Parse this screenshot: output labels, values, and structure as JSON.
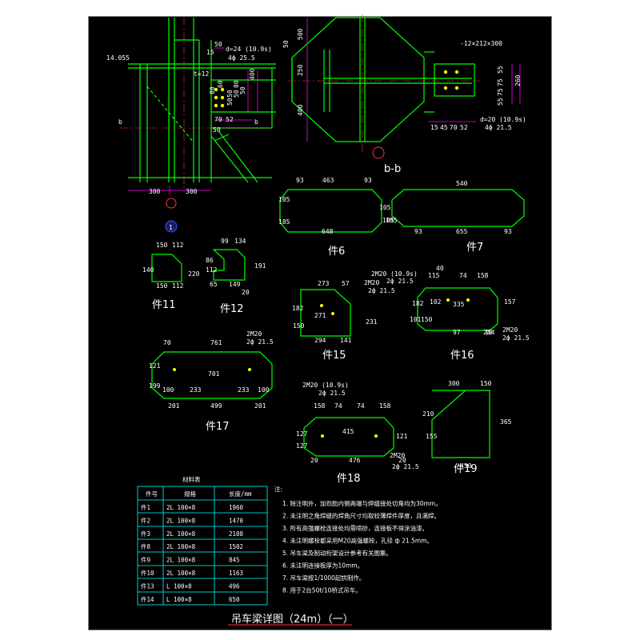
{
  "drawing": {
    "title": "吊车梁详图（24m）（一）",
    "section_label": "b-b",
    "detail_number": "1",
    "elevation": "14.055",
    "section_marks": [
      "b",
      "b"
    ],
    "colors": {
      "background": "#000000",
      "structure": "#00ff00",
      "dimension": "#ff00ff",
      "text": "#ffffff",
      "holes": "#ffff00",
      "marker": "#3355ff"
    }
  },
  "view1": {
    "dims": [
      "300",
      "300",
      "50",
      "15",
      "70",
      "52",
      "50",
      "t=12",
      "80",
      "60",
      "50",
      "50",
      "80",
      "50",
      "50",
      "400"
    ],
    "bolt_note": [
      "d=24 (10.9s)",
      "4ф  25.5"
    ]
  },
  "view_bb": {
    "dims": [
      "50",
      "250",
      "500",
      "400",
      "15",
      "45",
      "70",
      "52",
      "55",
      "75",
      "75",
      "55",
      "260"
    ],
    "plate": "-12×212×300",
    "bolt_note": [
      "d=20 (10.9s)",
      "4ф  21.5"
    ]
  },
  "parts": {
    "p6": {
      "label": "件6",
      "dims": [
        "93",
        "463",
        "93",
        "105",
        "185",
        "648"
      ]
    },
    "p7": {
      "label": "件7",
      "dims": [
        "540",
        "105",
        "105",
        "185",
        "93",
        "655",
        "93"
      ]
    },
    "p11": {
      "label": "件11",
      "dims": [
        "150",
        "112",
        "140",
        "220",
        "150",
        "112"
      ]
    },
    "p12": {
      "label": "件12",
      "dims": [
        "99",
        "134",
        "112",
        "86",
        "191",
        "65",
        "149",
        "20"
      ]
    },
    "p15": {
      "label": "件15",
      "dims": [
        "273",
        "57",
        "150",
        "182",
        "271",
        "231",
        "294",
        "141",
        "2M20",
        "2ф  21.5"
      ]
    },
    "p16": {
      "label": "件16",
      "dims": [
        "40",
        "115",
        "74",
        "158",
        "182",
        "157",
        "102",
        "335",
        "101",
        "150",
        "97",
        "284",
        "10",
        "2M20 (10.9s)",
        "2ф  21.5",
        "2M20",
        "2ф  21.5"
      ]
    },
    "p17": {
      "label": "件17",
      "dims": [
        "70",
        "761",
        "121",
        "199",
        "701",
        "100",
        "233",
        "233",
        "100",
        "201",
        "499",
        "201",
        "2M20",
        "2ф  21.5"
      ]
    },
    "p18": {
      "label": "件18",
      "dims": [
        "158",
        "74",
        "74",
        "158",
        "415",
        "127",
        "127",
        "121",
        "20",
        "476",
        "20",
        "2M20 (10.9s)",
        "2ф  21.5",
        "2M20",
        "2ф  21.5"
      ]
    },
    "p19": {
      "label": "件19",
      "dims": [
        "300",
        "150",
        "210",
        "155",
        "365",
        "450"
      ]
    }
  },
  "material_table": {
    "title": "材料表",
    "headers": [
      "件号",
      "规格",
      "长度/mm"
    ],
    "rows": [
      [
        "件1",
        "2L  100×8",
        "1960"
      ],
      [
        "件2",
        "2L  100×8",
        "1470"
      ],
      [
        "件3",
        "2L  100×8",
        "2108"
      ],
      [
        "件8",
        "2L  100×8",
        "1502"
      ],
      [
        "件9",
        "2L  100×8",
        "845"
      ],
      [
        "件10",
        "2L  100×8",
        "1163"
      ],
      [
        "件13",
        "L  100×8",
        "496"
      ],
      [
        "件14",
        "L  100×8",
        "650"
      ]
    ]
  },
  "notes": {
    "heading": "注:",
    "items": [
      "1.  除注明外，加劲肋内侧两端与焊缝接处切角均为30mm。",
      "2.  未注明之角焊缝的焊角尺寸均取较薄焊件厚度，且满焊。",
      "3.  所有高强螺栓连接处均需喷砂，连接板不得涂油漆。",
      "4.  未注明螺栓都采用M20高强螺栓，孔径 ф 21.5mm。",
      "5.  吊车梁及制动桁架设计参考有关图集。",
      "6.  未注明连接板厚为10mm。",
      "7.  吊车梁按1/1000起拱制作。",
      "8.  用于2台50t/10桥式吊车。"
    ]
  }
}
